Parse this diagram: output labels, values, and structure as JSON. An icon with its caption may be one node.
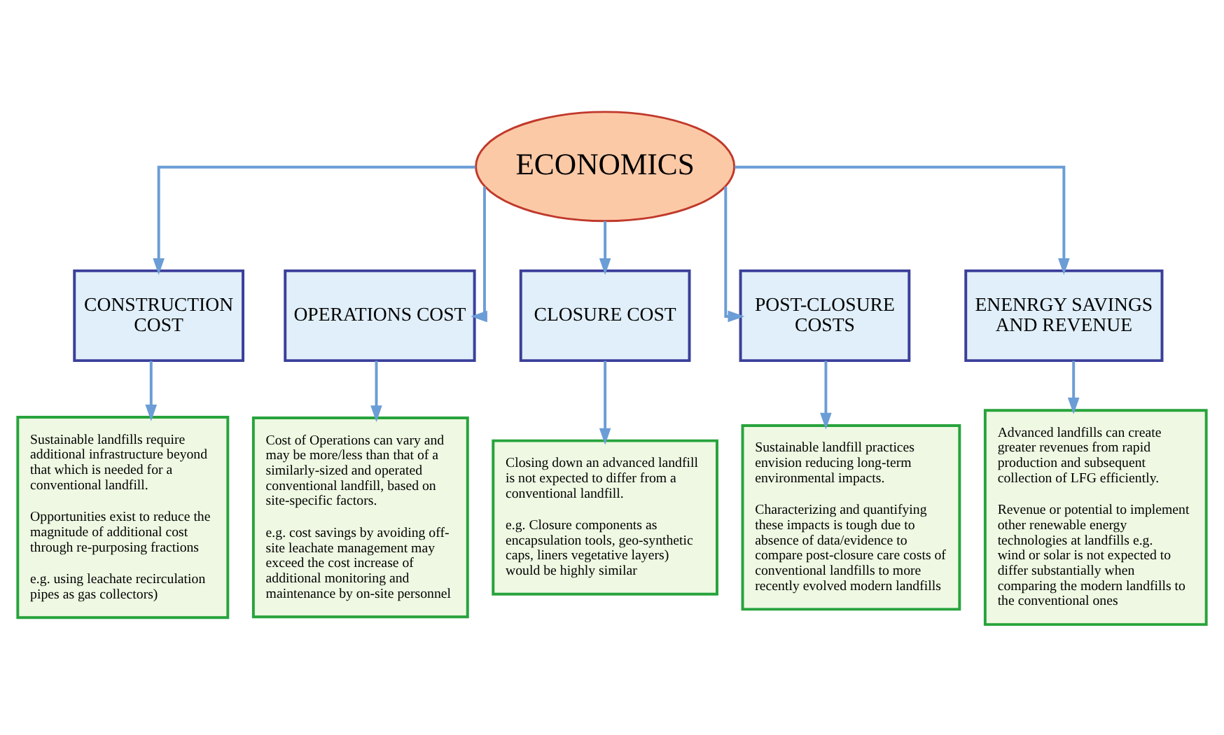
{
  "diagram": {
    "nodes": [
      {
        "text": [
          "ECONOMICS"
        ]
      },
      {
        "text": [
          "CONSTRUCTION COST"
        ]
      },
      {
        "text": [
          "OPERATIONS COST"
        ]
      },
      {
        "text": [
          "CLOSURE COST"
        ]
      },
      {
        "text": [
          "POST-CLOSURE COSTS"
        ]
      },
      {
        "text": [
          "ENENRGY SAVINGS AND REVENUE"
        ]
      },
      {
        "text": [
          "Sustainable landfills require additional infrastructure beyond that which is needed for a conventional landfill.",
          "Opportunities exist to reduce the magnitude of additional cost through re-purposing fractions",
          "e.g. using leachate recirculation pipes as gas collectors)"
        ]
      },
      {
        "text": [
          "Cost of Operations can vary and may be more/less than that of a similarly-sized and operated conventional landfill, based on site-specific factors.",
          "e.g. cost savings by avoiding off-site leachate management may exceed the cost increase of additional monitoring and maintenance by on-site personnel"
        ]
      },
      {
        "text": [
          "Closing down an advanced landfill is not expected to differ from a conventional landfill.",
          "e.g. Closure components as encapsulation tools, geo-synthetic caps, liners vegetative layers) would be highly similar"
        ]
      },
      {
        "text": [
          "Sustainable landfill practices envision reducing long-term environmental impacts.",
          "Characterizing and quantifying these impacts is tough due to absence of data/evidence to compare post-closure care costs of conventional landfills to more recently evolved modern landfills"
        ]
      },
      {
        "text": [
          "Advanced landfills can create greater revenues from rapid production and subsequent collection of LFG efficiently.",
          "Revenue or potential to implement other renewable energy technologies at landfills e.g. wind or solar is not expected to differ substantially when comparing the modern landfills to the conventional ones"
        ]
      }
    ],
    "edges": [
      {
        "from": 0,
        "to": 1,
        "arrow": "to"
      },
      {
        "from": 0,
        "to": 2,
        "arrow": "to"
      },
      {
        "from": 0,
        "to": 3,
        "arrow": "to"
      },
      {
        "from": 0,
        "to": 4,
        "arrow": "to"
      },
      {
        "from": 0,
        "to": 5,
        "arrow": "to"
      },
      {
        "from": 1,
        "to": 6,
        "arrow": "to"
      },
      {
        "from": 2,
        "to": 7,
        "arrow": "to"
      },
      {
        "from": 3,
        "to": 8,
        "arrow": "to"
      },
      {
        "from": 4,
        "to": 9,
        "arrow": "to"
      },
      {
        "from": 5,
        "to": 10,
        "arrow": "to"
      }
    ]
  }
}
